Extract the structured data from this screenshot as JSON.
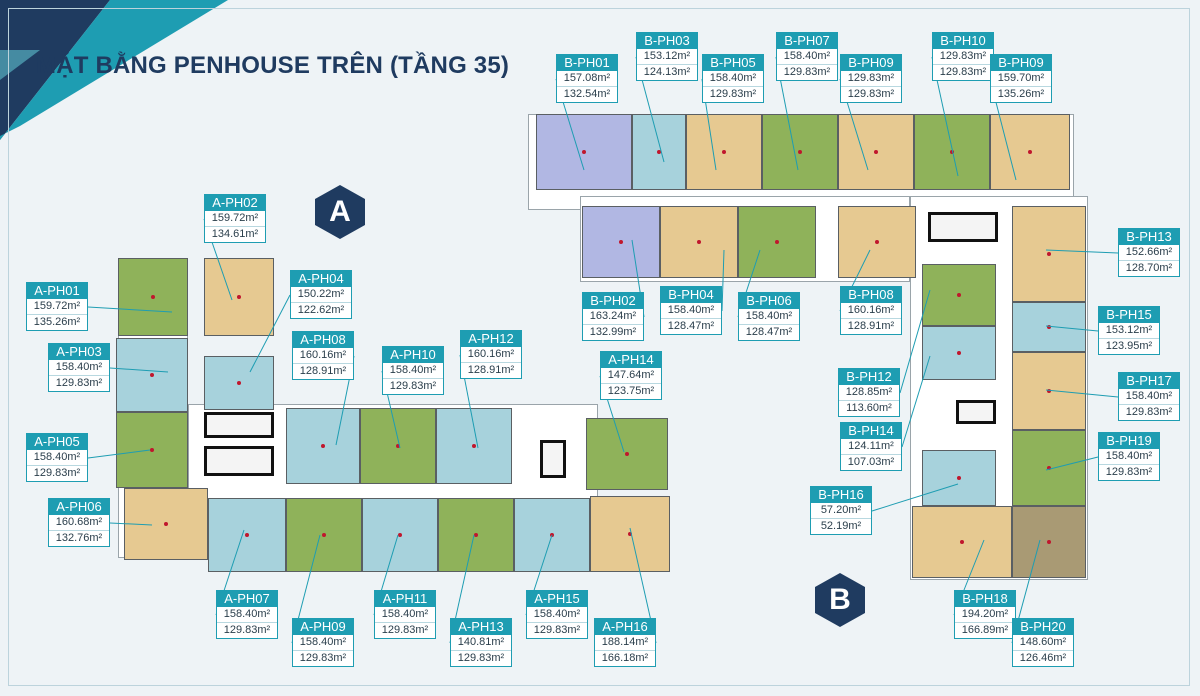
{
  "title": "MẶT BẰNG PENHOUSE TRÊN (TẦNG 35)",
  "blocks": {
    "a": "A",
    "b": "B"
  },
  "colors": {
    "teal": "#1e9db2",
    "navy": "#1f3b60",
    "green": "#8fb25a",
    "tan": "#e6c991",
    "blue": "#a7d2dc",
    "lavender": "#b1b7e3",
    "olive": "#a99a74",
    "background": "#eef3f6"
  },
  "units": [
    {
      "name": "A-PH01",
      "area_1": "159.72m²",
      "area_2": "135.26m²"
    },
    {
      "name": "A-PH02",
      "area_1": "159.72m²",
      "area_2": "134.61m²"
    },
    {
      "name": "A-PH03",
      "area_1": "158.40m²",
      "area_2": "129.83m²"
    },
    {
      "name": "A-PH04",
      "area_1": "150.22m²",
      "area_2": "122.62m²"
    },
    {
      "name": "A-PH05",
      "area_1": "158.40m²",
      "area_2": "129.83m²"
    },
    {
      "name": "A-PH06",
      "area_1": "160.68m²",
      "area_2": "132.76m²"
    },
    {
      "name": "A-PH07",
      "area_1": "158.40m²",
      "area_2": "129.83m²"
    },
    {
      "name": "A-PH08",
      "area_1": "160.16m²",
      "area_2": "128.91m²"
    },
    {
      "name": "A-PH09",
      "area_1": "158.40m²",
      "area_2": "129.83m²"
    },
    {
      "name": "A-PH10",
      "area_1": "158.40m²",
      "area_2": "129.83m²"
    },
    {
      "name": "A-PH11",
      "area_1": "158.40m²",
      "area_2": "129.83m²"
    },
    {
      "name": "A-PH12",
      "area_1": "160.16m²",
      "area_2": "128.91m²"
    },
    {
      "name": "A-PH13",
      "area_1": "140.81m²",
      "area_2": "129.83m²"
    },
    {
      "name": "A-PH14",
      "area_1": "147.64m²",
      "area_2": "123.75m²"
    },
    {
      "name": "A-PH15",
      "area_1": "158.40m²",
      "area_2": "129.83m²"
    },
    {
      "name": "A-PH16",
      "area_1": "188.14m²",
      "area_2": "166.18m²"
    },
    {
      "name": "B-PH01",
      "area_1": "157.08m²",
      "area_2": "132.54m²"
    },
    {
      "name": "B-PH02",
      "area_1": "163.24m²",
      "area_2": "132.99m²"
    },
    {
      "name": "B-PH03",
      "area_1": "153.12m²",
      "area_2": "124.13m²"
    },
    {
      "name": "B-PH04",
      "area_1": "158.40m²",
      "area_2": "128.47m²"
    },
    {
      "name": "B-PH05",
      "area_1": "158.40m²",
      "area_2": "129.83m²"
    },
    {
      "name": "B-PH06",
      "area_1": "158.40m²",
      "area_2": "128.47m²"
    },
    {
      "name": "B-PH07",
      "area_1": "158.40m²",
      "area_2": "129.83m²"
    },
    {
      "name": "B-PH08",
      "area_1": "160.16m²",
      "area_2": "128.91m²"
    },
    {
      "name": "B-PH09",
      "area_1": "129.83m²",
      "area_2": "129.83m²"
    },
    {
      "name": "B-PH10",
      "area_1": "129.83m²",
      "area_2": "129.83m²"
    },
    {
      "name": "B-PH09",
      "area_1": "159.70m²",
      "area_2": "135.26m²"
    },
    {
      "name": "B-PH12",
      "area_1": "128.85m²",
      "area_2": "113.60m²"
    },
    {
      "name": "B-PH13",
      "area_1": "152.66m²",
      "area_2": "128.70m²"
    },
    {
      "name": "B-PH14",
      "area_1": "124.11m²",
      "area_2": "107.03m²"
    },
    {
      "name": "B-PH15",
      "area_1": "153.12m²",
      "area_2": "123.95m²"
    },
    {
      "name": "B-PH16",
      "area_1": "57.20m²",
      "area_2": "52.19m²"
    },
    {
      "name": "B-PH17",
      "area_1": "158.40m²",
      "area_2": "129.83m²"
    },
    {
      "name": "B-PH18",
      "area_1": "194.20m²",
      "area_2": "166.89m²"
    },
    {
      "name": "B-PH19",
      "area_1": "158.40m²",
      "area_2": "129.83m²"
    },
    {
      "name": "B-PH20",
      "area_1": "148.60m²",
      "area_2": "126.46m²"
    }
  ]
}
